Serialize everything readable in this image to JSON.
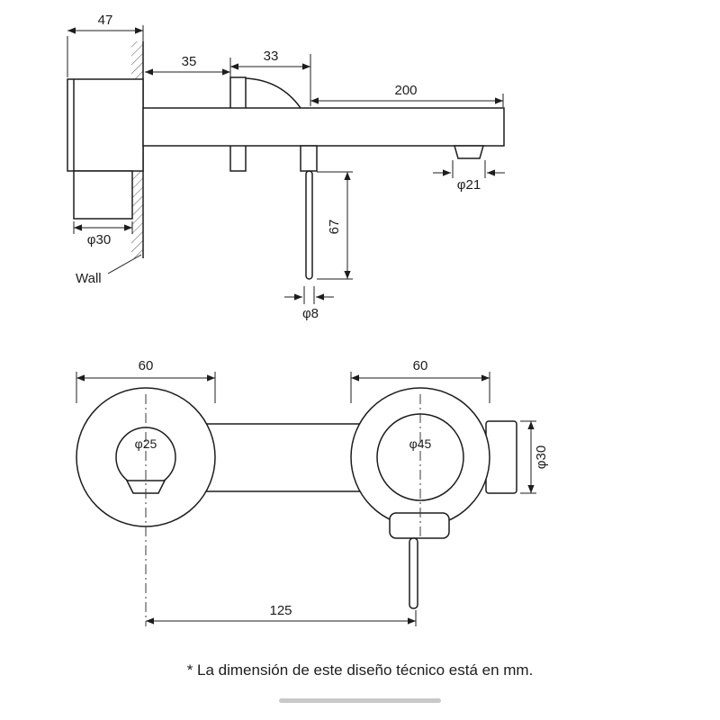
{
  "colors": {
    "line": "#1d1d1d",
    "background": "#ffffff",
    "indicator_bar": "#c9c9c9"
  },
  "side_view": {
    "wall_depth": "47",
    "wall_to_handle": "35",
    "handle_to_lever": "33",
    "spout_length": "200",
    "aerator_diameter": "φ21",
    "pipe_diameter": "φ30",
    "wall_label": "Wall",
    "lever_length": "67",
    "lever_diameter": "φ8"
  },
  "front_view": {
    "left_escutcheon_width": "60",
    "right_escutcheon_width": "60",
    "left_hub_diameter": "φ25",
    "right_hub_diameter": "φ45",
    "spout_diameter": "φ30",
    "center_distance": "125"
  },
  "footnote": "* La dimensión de este diseño técnico está en mm."
}
